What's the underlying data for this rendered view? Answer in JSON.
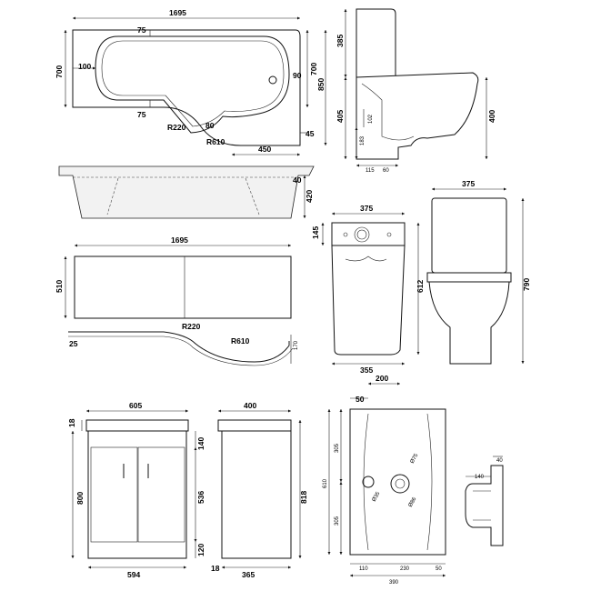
{
  "bath_plan": {
    "width": "1695",
    "height_left": "700",
    "height_right_inner": "700",
    "height_right_outer": "850",
    "inner_top": "75",
    "inner_left": "100",
    "inner_bottom": "75",
    "inner_right": "90",
    "r1": "R220",
    "d80": "80",
    "r2": "R610",
    "d450": "450",
    "d45": "45"
  },
  "bath_side": {
    "d40": "40",
    "d420": "420"
  },
  "panel": {
    "width": "1695",
    "height": "510",
    "r1": "R220",
    "r2": "R610",
    "d25": "25",
    "d170": "170"
  },
  "toilet_side_top": {
    "d385": "385",
    "d405": "405",
    "d400": "400",
    "d102": "102",
    "d183": "183",
    "d115": "115",
    "d60": "60"
  },
  "cistern": {
    "d375": "375",
    "d145": "145",
    "d612": "612",
    "d355": "355"
  },
  "toilet_front": {
    "d375": "375",
    "d790": "790"
  },
  "vanity_front": {
    "d605": "605",
    "d18": "18",
    "d140": "140",
    "d800": "800",
    "d536": "536",
    "d120": "120",
    "d594": "594"
  },
  "vanity_side": {
    "d400": "400",
    "d818": "818",
    "d18": "18",
    "d365": "365"
  },
  "basin_plan": {
    "d200": "200",
    "d50_top": "50",
    "d305_top": "305",
    "d610": "610",
    "d305_bot": "305",
    "phi75": "Ø75",
    "phi35": "Ø35",
    "phi86": "Ø86",
    "d110": "110",
    "d230": "230",
    "d50_bot": "50",
    "d390": "390"
  },
  "bracket": {
    "d40": "40",
    "d140": "140"
  }
}
